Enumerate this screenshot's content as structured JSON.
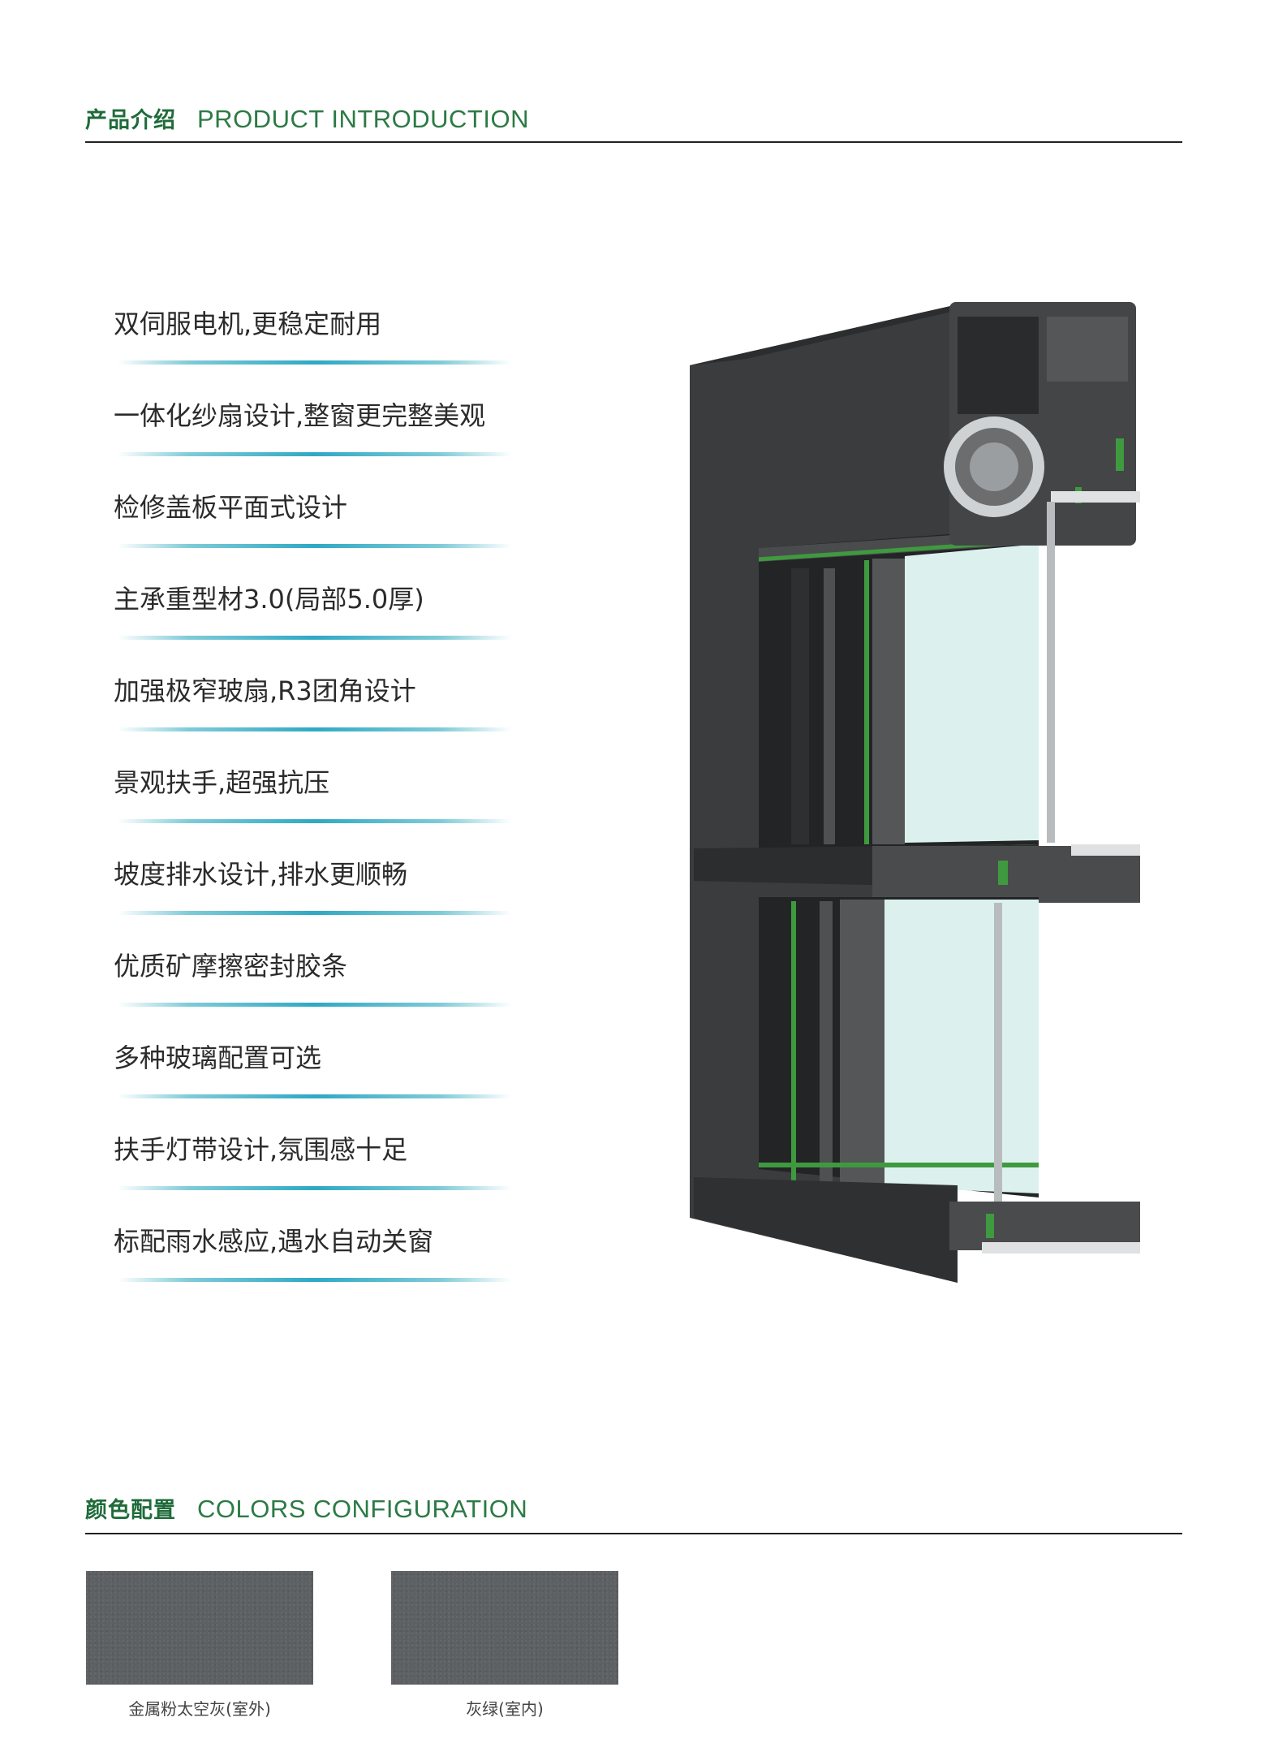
{
  "intro_section": {
    "title_cn": "产品介绍",
    "title_en": "PRODUCT INTRODUCTION"
  },
  "features": [
    "双伺服电机,更稳定耐用",
    "一体化纱扇设计,整窗更完整美观",
    "检修盖板平面式设计",
    "主承重型材3.0(局部5.0厚)",
    "加强极窄玻扇,R3团角设计",
    "景观扶手,超强抗压",
    "坡度排水设计,排水更顺畅",
    "优质矿摩擦密封胶条",
    "多种玻璃配置可选",
    "扶手灯带设计,氛围感十足",
    "标配雨水感应,遇水自动关窗"
  ],
  "colors_section": {
    "title_cn": "颜色配置",
    "title_en": "COLORS CONFIGURATION",
    "swatches": [
      {
        "label": "金属粉太空灰(室外)",
        "color": "#5d6063"
      },
      {
        "label": "灰绿(室内)",
        "color": "#5d6063"
      }
    ]
  },
  "colors": {
    "accent_green": "#1f6b3a",
    "divider_blue": "#2ea9c4",
    "frame_dark": "#3a3b3c",
    "seal_green": "#3f9a3f",
    "glass": "#dff3f0"
  }
}
